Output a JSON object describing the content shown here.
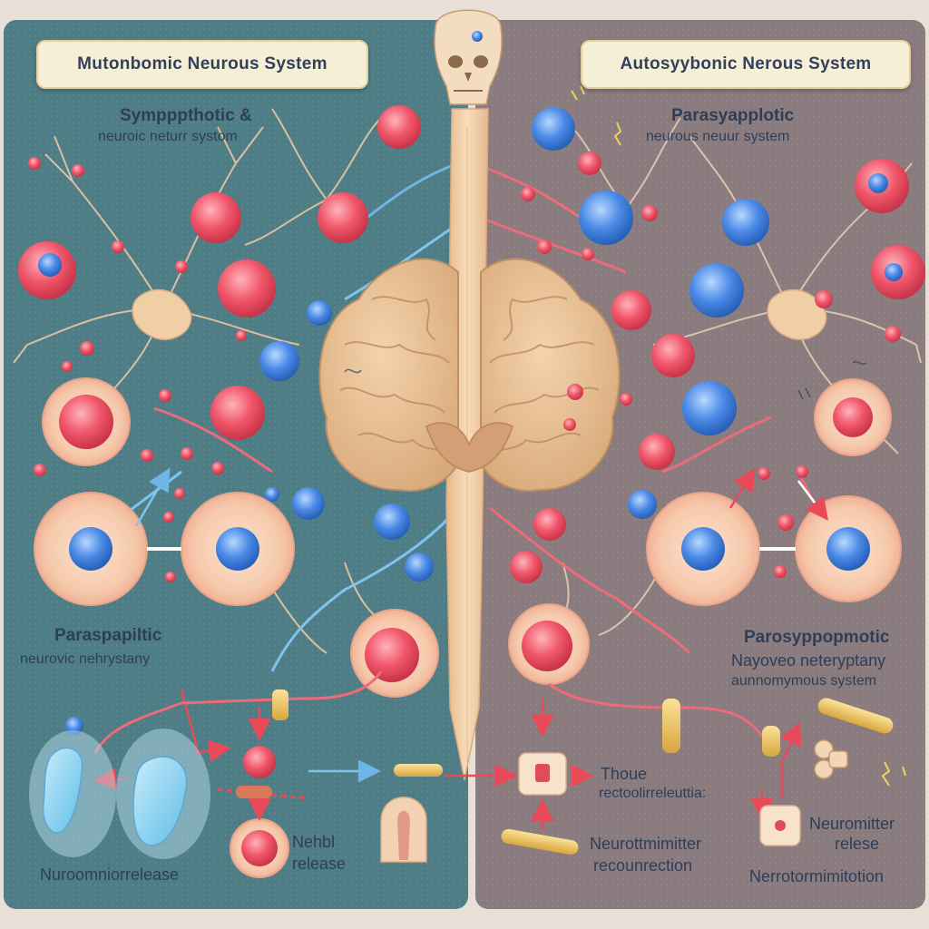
{
  "left_panel": {
    "title": "Mutonbomic Neurous System",
    "subtitle_line1": "Sympppthotic &",
    "subtitle_line2": "neuroic  neturr systom",
    "mid_label_line1": "Paraspapiltic",
    "mid_label_line2": "neurovic nehrystany",
    "release_label_line1": "Nehbl",
    "release_label_line2": "release",
    "bottom_label": "Nuroomniorrelease"
  },
  "right_panel": {
    "title": "Autosyybonic Nerous System",
    "subtitle_line1": "Parasyapplotic",
    "subtitle_line2": "neurous neuur system",
    "mid_label_line1": "Parosyppopmotic",
    "mid_label_line2": "Nayoveo neteryptany",
    "mid_label_line3": "aunnomymous system",
    "center_label_line1": "Thoue",
    "center_label_line2": "rectoolirreleuttia:",
    "lower_label_line1": "Neurottmimitter",
    "lower_label_line2": "recounrection",
    "release_label_line1": "Neuromitter",
    "release_label_line2": "relese",
    "bottom_label": "Nerrotormimitotion"
  },
  "colors": {
    "left_panel_bg": "#4f7d86",
    "right_panel_bg": "#8f7f7f",
    "red_vesicle": "#ee4b5f",
    "blue_vesicle": "#3f82dd",
    "brain": "#e7c196",
    "neuron": "#f2d4b0"
  }
}
